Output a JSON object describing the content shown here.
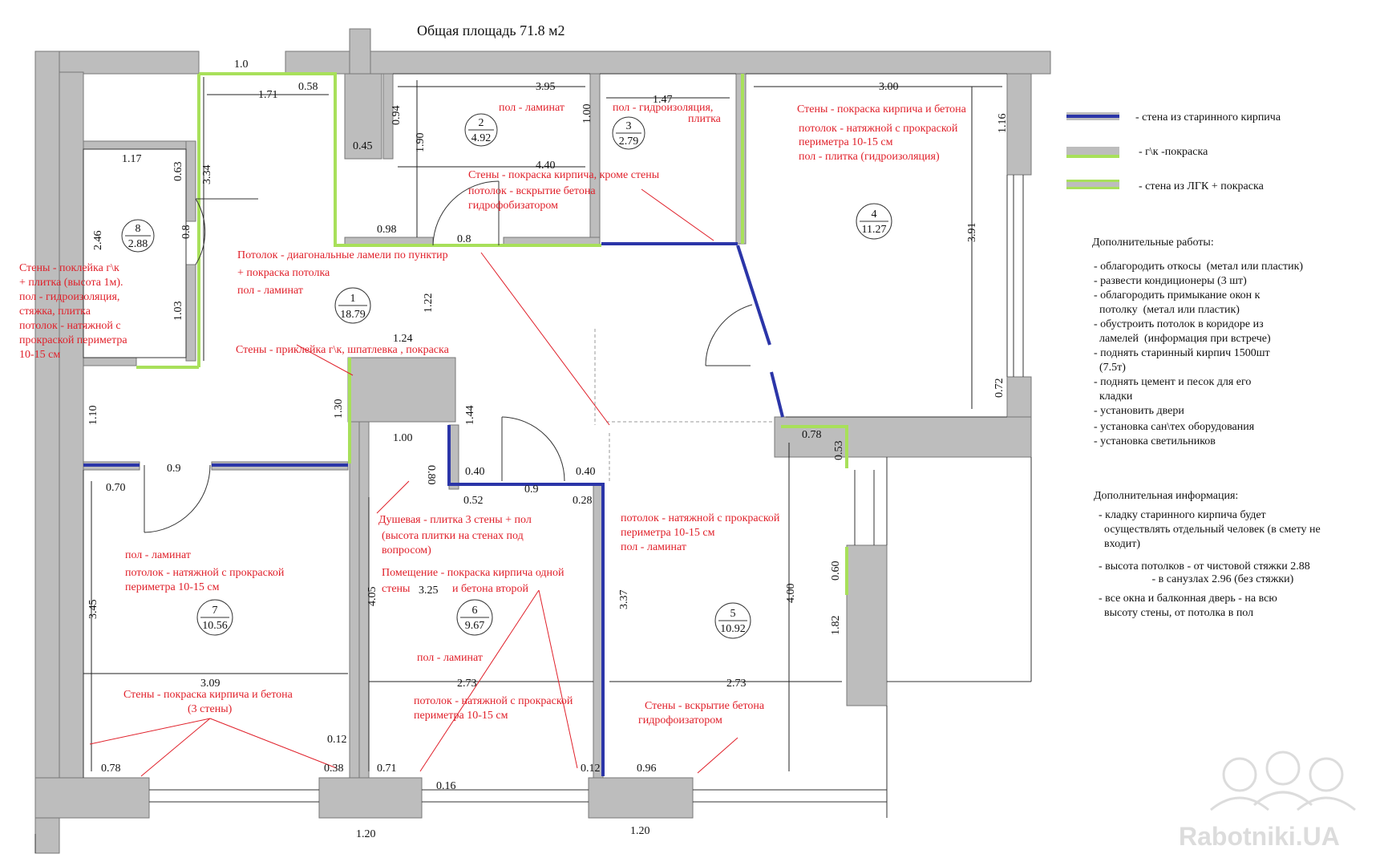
{
  "title": "Общая площадь 71.8 м2",
  "colors": {
    "wall": "#bdbdbd",
    "old_brick": "#2b35a8",
    "gk": "#a8e05a",
    "note": "#e0202a"
  },
  "legend": {
    "old_brick": "- стена из старинного кирпича",
    "gk_paint": "- г\\к -покраска",
    "lgk_paint": "- стена из  ЛГК + покраска"
  },
  "additional_works": {
    "heading": "Дополнительные работы:",
    "lines": [
      "- облагородить откосы  (метал или пластик)",
      "- развести кондиционеры (3 шт)",
      "- облагородить примыкание окон к",
      "  потолку  (метал или пластик)",
      "- обустроить потолок в коридоре из",
      "  ламелей  (информация при встрече)",
      "- поднять старинный кирпич 1500шт",
      "  (7.5т)",
      "- поднять цемент и песок для его",
      "  кладки",
      "- установить двери",
      "- установка сан\\тех оборудования",
      "- установка светильников"
    ]
  },
  "additional_info": {
    "heading": "Дополнительная информация:",
    "lines": [
      "- кладку старинного кирпича будет",
      "  осуществлять отдельный человек (в смету не",
      "  входит)",
      "- высота потолков - от чистовой стяжки 2.88",
      "                   - в санузлах 2.96 (без стяжки)",
      "- все окна и балконная дверь - на всю",
      "  высоту стены, от потолка в пол"
    ]
  },
  "rooms": [
    {
      "num": "1",
      "area": "18.79"
    },
    {
      "num": "2",
      "area": "4.92"
    },
    {
      "num": "3",
      "area": "2.79"
    },
    {
      "num": "4",
      "area": "11.27"
    },
    {
      "num": "5",
      "area": "10.92"
    },
    {
      "num": "6",
      "area": "9.67"
    },
    {
      "num": "7",
      "area": "10.56"
    },
    {
      "num": "8",
      "area": "2.88"
    }
  ],
  "dims": {
    "d1_0": "1.0",
    "d1_71": "1.71",
    "d0_58": "0.58",
    "d3_95": "3.95",
    "d1_47": "1.47",
    "d3_00": "3.00",
    "d0_94": "0.94",
    "d1_90": "1.90",
    "d1_00a": "1.00",
    "d0_45": "0.45",
    "d4_40": "4.40",
    "d1_16": "1.16",
    "d1_17": "1.17",
    "d0_63": "0.63",
    "d3_34": "3.34",
    "d0_8a": "0.8",
    "d2_46": "2.46",
    "d0_98": "0.98",
    "d0_8b": "0.8",
    "d3_91": "3.91",
    "d1_03": "1.03",
    "d1_22": "1.22",
    "d1_24": "1.24",
    "d1_30": "1.30",
    "d0_72": "0.72",
    "d1_10": "1.10",
    "d1_00b": "1.00",
    "d0_80": "0.80",
    "d1_44": "1.44",
    "d0_78a": "0.78",
    "d0_53": "0.53",
    "d0_9a": "0.9",
    "d0_70": "0.70",
    "d0_40a": "0.40",
    "d0_40b": "0.40",
    "d0_52": "0.52",
    "d0_9b": "0.9",
    "d0_28": "0.28",
    "d0_60": "0.60",
    "d3_45": "3.45",
    "d4_05": "4.05",
    "d3_25": "3.25",
    "d3_37": "3.37",
    "d4_00": "4.00",
    "d1_82": "1.82",
    "d3_09": "3.09",
    "d2_73a": "2.73",
    "d2_73b": "2.73",
    "d0_12a": "0.12",
    "d0_78b": "0.78",
    "d0_38": "0.38",
    "d0_71": "0.71",
    "d0_12b": "0.12",
    "d0_96": "0.96",
    "d0_16": "0.16",
    "d1_20a": "1.20",
    "d1_20b": "1.20"
  },
  "notes": {
    "r2_floor": "пол - ламинат",
    "r3_floor_a": "пол -  гидроизоляция,",
    "r3_floor_b": "плитка",
    "r4_walls": "Стены - покраска кирпича и бетона",
    "r4_ceiling_a": "потолок - натяжной с прокраской",
    "r4_ceiling_b": "периметра 10-15 см",
    "r4_floor": "пол - плитка (гидроизоляция)",
    "r23_walls_a": "Стены - покраска  кирпича, кроме стены",
    "r23_walls_b": "потолок - вскрытие бетона",
    "r23_walls_c": "гидрофобизатором",
    "r8_a": "Стены - поклейка г\\к",
    "r8_b": "  + плитка (высота 1м).",
    "r8_c": "пол - гидроизоляция,",
    "r8_d": "стяжка,  плитка",
    "r8_e": "потолок - натяжной с",
    "r8_f": "прокраской периметра",
    "r8_g": "10-15 см",
    "r1_a": "Потолок - диагональные ламели по пунктир",
    "r1_b": "  + покраска потолка",
    "r1_c": "пол - ламинат",
    "r1_walls": "Стены - приклейка г\\к, шпатлевка , покраска",
    "r7_floor": "пол - ламинат",
    "r7_ceiling_a": "потолок - натяжной с прокраской",
    "r7_ceiling_b": "периметра 10-15 см",
    "r7_walls_a": "Стены - покраска кирпича и бетона",
    "r7_walls_b": "(3 стены)",
    "r6_shower_a": "Душевая - плитка 3 стены  + пол",
    "r6_shower_b": "(высота плитки на стенах под",
    "r6_shower_c": "вопросом)",
    "r6_room_a": "Помещение - покраска кирпича одной",
    "r6_room_b": "стены",
    "r6_room_c": "и бетона второй",
    "r6_floor": "пол - ламинат",
    "r6_ceiling_a": "потолок - натяжной с прокраской",
    "r6_ceiling_b": "периметра 10-15 см",
    "r5_ceiling_a": "потолок - натяжной с прокраской",
    "r5_ceiling_b": "периметра 10-15 см",
    "r5_floor": "пол - ламинат",
    "r5_walls_a": "Стены - вскрытие бетона",
    "r5_walls_b": "гидрофоизатором"
  },
  "watermark": "Rabotniki.UA"
}
